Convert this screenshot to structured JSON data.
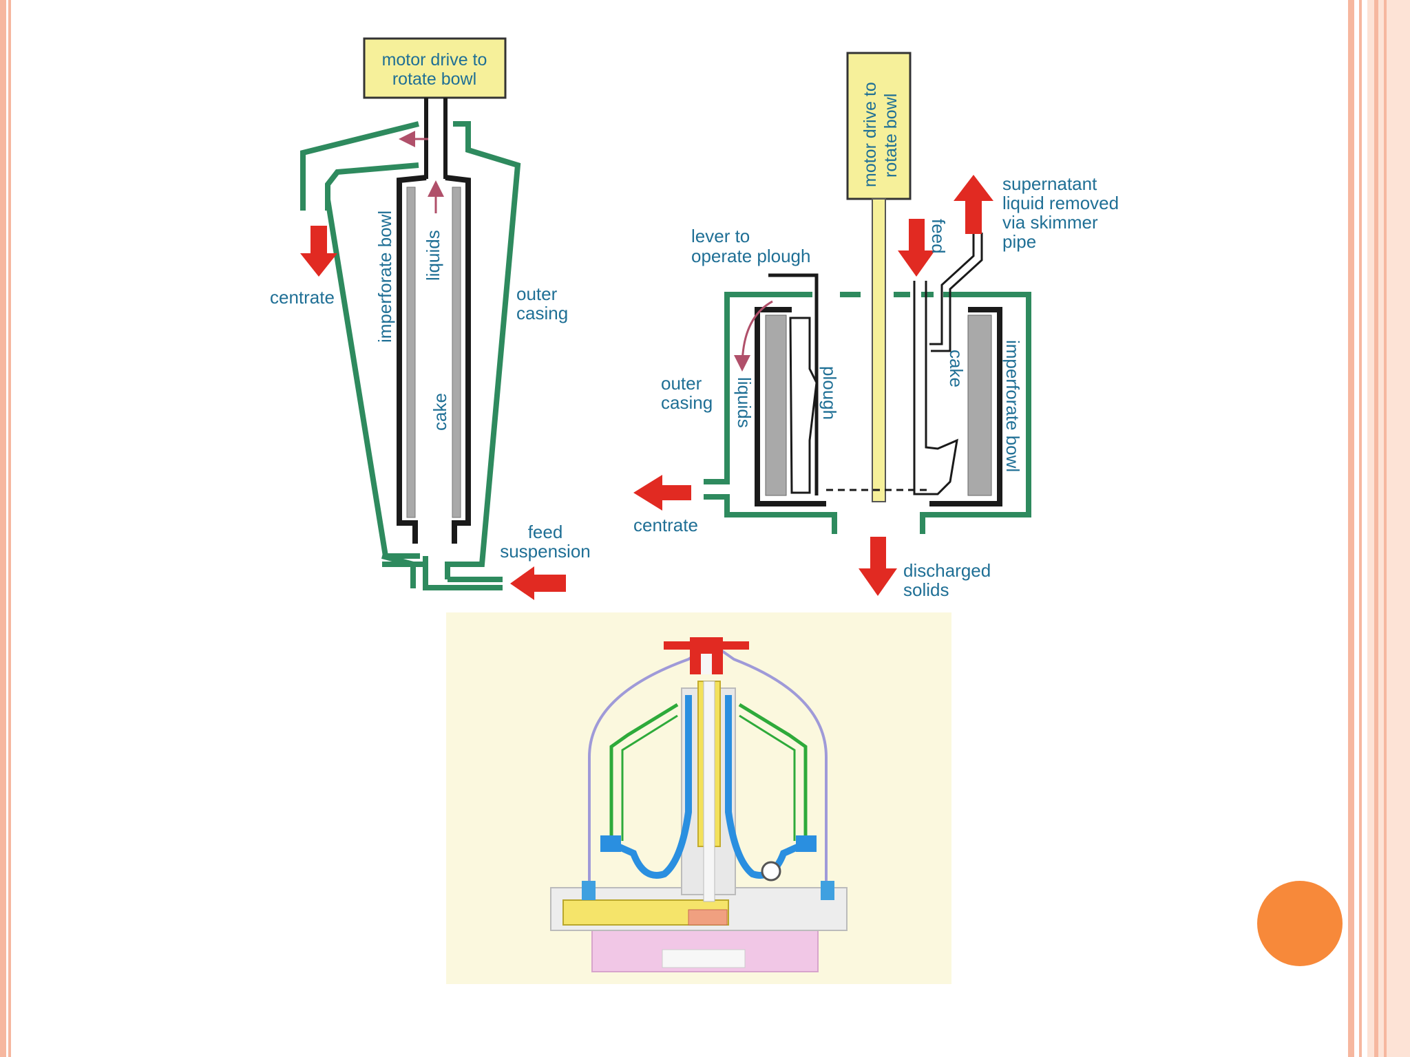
{
  "slide": {
    "frame_color": "#f4a582",
    "accent_dot_color": "#f7893a"
  },
  "diagram_left": {
    "motor_box": [
      "motor drive to",
      "rotate bowl"
    ],
    "centrate": "centrate",
    "imperforate_bowl": "imperforate bowl",
    "liquids": "liquids",
    "outer_casing": [
      "outer",
      "casing"
    ],
    "cake": "cake",
    "feed_suspension": [
      "feed",
      "suspension"
    ]
  },
  "diagram_right": {
    "motor_box": [
      "motor drive to",
      "rotate bowl"
    ],
    "supernatant": [
      "supernatant",
      "liquid removed",
      "via skimmer",
      "pipe"
    ],
    "feed": "feed",
    "lever": [
      "lever to",
      "operate plough"
    ],
    "outer_casing": [
      "outer",
      "casing"
    ],
    "liquids": "liquids",
    "plough": "plough",
    "cake": "cake",
    "imperforate_bowl": "imperforate bowl",
    "centrate": "centrate",
    "discharged_solids": [
      "discharged",
      "solids"
    ]
  },
  "colors": {
    "casing_green": "#2e8a5e",
    "arrow_red": "#e12a22",
    "box_yellow": "#f6f09a",
    "label_blue": "#1f6f95",
    "bowl_black": "#1a1a1a",
    "cake_gray": "#a9a9a9",
    "photo_bg": "#fbf8de"
  }
}
